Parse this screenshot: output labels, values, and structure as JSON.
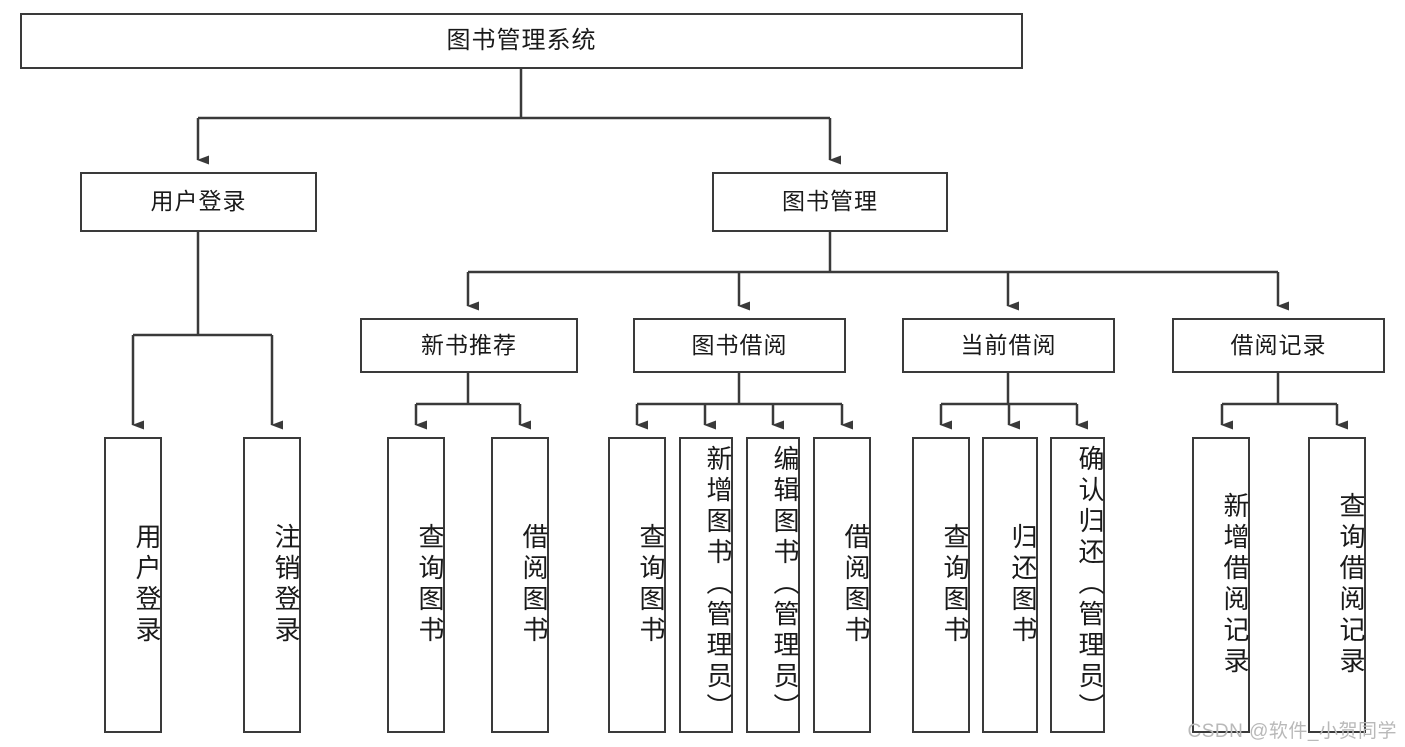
{
  "diagram": {
    "title": "图书管理系统",
    "type": "hierarchy-tree",
    "colors": {
      "stroke": "#3a3a3a",
      "fill": "#ffffff",
      "text": "#1a1a1a",
      "watermark": "#b9b9b9"
    },
    "levels": {
      "root": "图书管理系统",
      "level2": [
        "用户登录",
        "图书管理"
      ],
      "level3": [
        "新书推荐",
        "图书借阅",
        "当前借阅",
        "借阅记录"
      ]
    },
    "nodes": {
      "root": {
        "label": "图书管理系统"
      },
      "user_login": {
        "label": "用户登录"
      },
      "book_manage": {
        "label": "图书管理"
      },
      "new_book_rec": {
        "label": "新书推荐"
      },
      "book_borrow": {
        "label": "图书借阅"
      },
      "current_borrow": {
        "label": "当前借阅"
      },
      "borrow_record": {
        "label": "借阅记录"
      },
      "leaf_user_login": {
        "label": "用户登录"
      },
      "leaf_logout": {
        "label": "注销登录"
      },
      "leaf_query_book_1": {
        "label": "查询图书"
      },
      "leaf_borrow_book_1": {
        "label": "借阅图书"
      },
      "leaf_query_book_2": {
        "label": "查询图书"
      },
      "leaf_add_book": {
        "label": "新增图书（管理员）"
      },
      "leaf_edit_book": {
        "label": "编辑图书（管理员）"
      },
      "leaf_borrow_book_2": {
        "label": "借阅图书"
      },
      "leaf_query_book_3": {
        "label": "查询图书"
      },
      "leaf_return_book": {
        "label": "归还图书"
      },
      "leaf_confirm_return": {
        "label": "确认归还（管理员）"
      },
      "leaf_add_record": {
        "label": "新增借阅记录"
      },
      "leaf_query_record": {
        "label": "查询借阅记录"
      }
    },
    "edges": [
      {
        "from": "root",
        "to": "user_login"
      },
      {
        "from": "root",
        "to": "book_manage"
      },
      {
        "from": "user_login",
        "to": "leaf_user_login"
      },
      {
        "from": "user_login",
        "to": "leaf_logout"
      },
      {
        "from": "book_manage",
        "to": "new_book_rec"
      },
      {
        "from": "book_manage",
        "to": "book_borrow"
      },
      {
        "from": "book_manage",
        "to": "current_borrow"
      },
      {
        "from": "book_manage",
        "to": "borrow_record"
      },
      {
        "from": "new_book_rec",
        "to": "leaf_query_book_1"
      },
      {
        "from": "new_book_rec",
        "to": "leaf_borrow_book_1"
      },
      {
        "from": "book_borrow",
        "to": "leaf_query_book_2"
      },
      {
        "from": "book_borrow",
        "to": "leaf_add_book"
      },
      {
        "from": "book_borrow",
        "to": "leaf_edit_book"
      },
      {
        "from": "book_borrow",
        "to": "leaf_borrow_book_2"
      },
      {
        "from": "current_borrow",
        "to": "leaf_query_book_3"
      },
      {
        "from": "current_borrow",
        "to": "leaf_return_book"
      },
      {
        "from": "current_borrow",
        "to": "leaf_confirm_return"
      },
      {
        "from": "borrow_record",
        "to": "leaf_add_record"
      },
      {
        "from": "borrow_record",
        "to": "leaf_query_record"
      }
    ]
  },
  "watermark": {
    "text": "CSDN @软件_小贺同学"
  }
}
